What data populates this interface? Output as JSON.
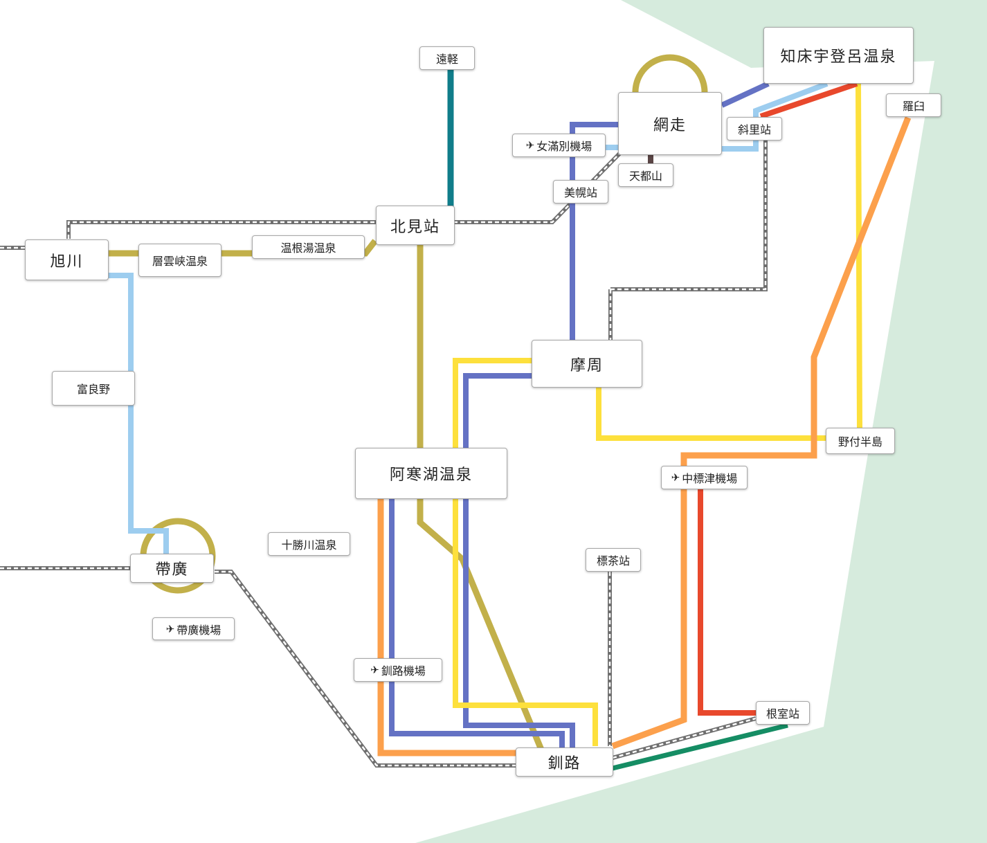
{
  "map": {
    "colors": {
      "sea": "#d6ebdd",
      "land": "#ffffff",
      "olive": "#c2b04a",
      "light_blue": "#9dcdef",
      "dark_blue": "#6472c4",
      "teal": "#107d8a",
      "yellow": "#fde03c",
      "orange": "#fca04c",
      "red": "#e8482c",
      "green": "#158d64",
      "railway": "#6f6f6f",
      "brown": "#5a4545"
    },
    "stations": {
      "asahikawa": "旭川",
      "sounkyo": "層雲峡温泉",
      "onneyu": "温根湯温泉",
      "kitami": "北見站",
      "engaru": "遠軽",
      "abashiri": "網走",
      "memanbetsu_airport": "女滿別機場",
      "tentozan": "天都山",
      "bihoro": "美幌站",
      "shari": "斜里站",
      "utoro": "知床宇登呂温泉",
      "rausu": "羅臼",
      "furano": "富良野",
      "mashu": "摩周",
      "notsuke": "野付半島",
      "nakashibetsu_airport": "中標津機場",
      "akanko": "阿寒湖温泉",
      "tokachigawa": "十勝川温泉",
      "obihiro": "帶廣",
      "obihiro_airport": "帶廣機場",
      "shibecha": "標茶站",
      "kushiro_airport": "釧路機場",
      "nemuro": "根室站",
      "kushiro": "釧路"
    },
    "icons": {
      "airport": "airplane-icon"
    }
  }
}
